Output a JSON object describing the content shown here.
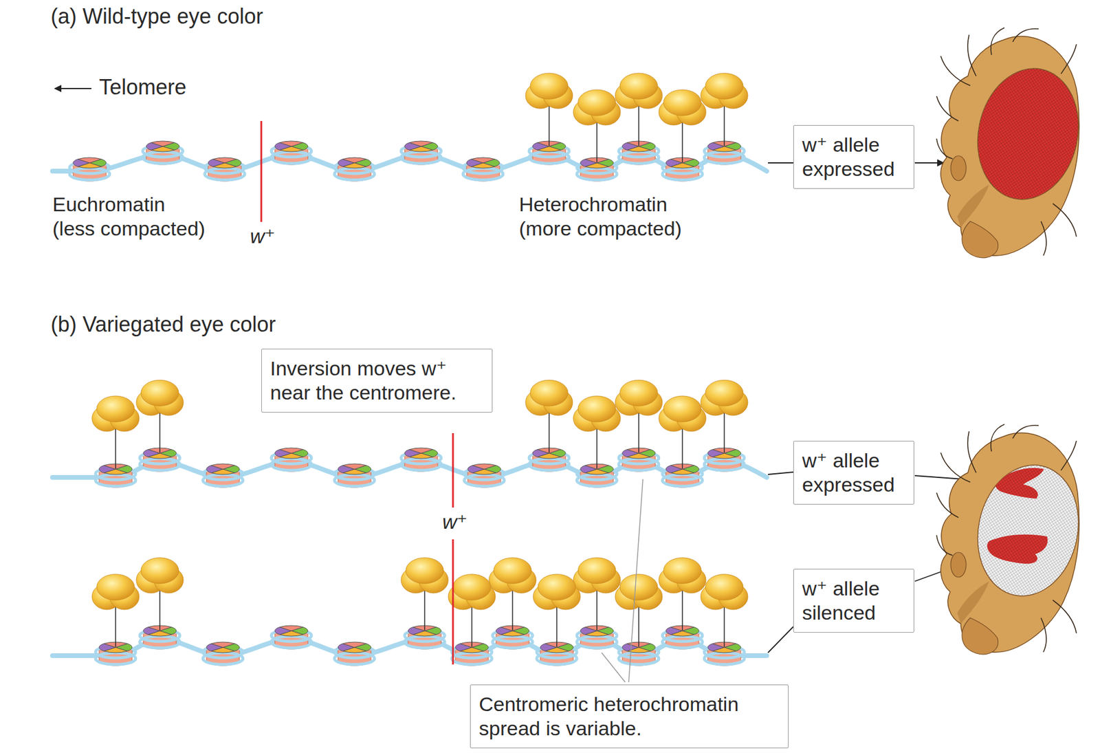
{
  "diagram": {
    "nodes": [
      {
        "text": [
          "w⁺ allele expressed"
        ]
      },
      {
        "text": [
          "Inversion moves w⁺ near the centromere."
        ]
      },
      {
        "text": [
          "w⁺ allele expressed"
        ]
      },
      {
        "text": [
          "w⁺ allele silenced"
        ]
      },
      {
        "text": [
          "Centromeric heterochromatin spread is variable."
        ]
      }
    ],
    "labels": [
      "(a) Wild-type eye color",
      "Telomere",
      "Euchromatin (less compacted)",
      "w⁺",
      "Heterochromatin (more compacted)",
      "(b) Variegated eye color",
      "w⁺"
    ]
  }
}
